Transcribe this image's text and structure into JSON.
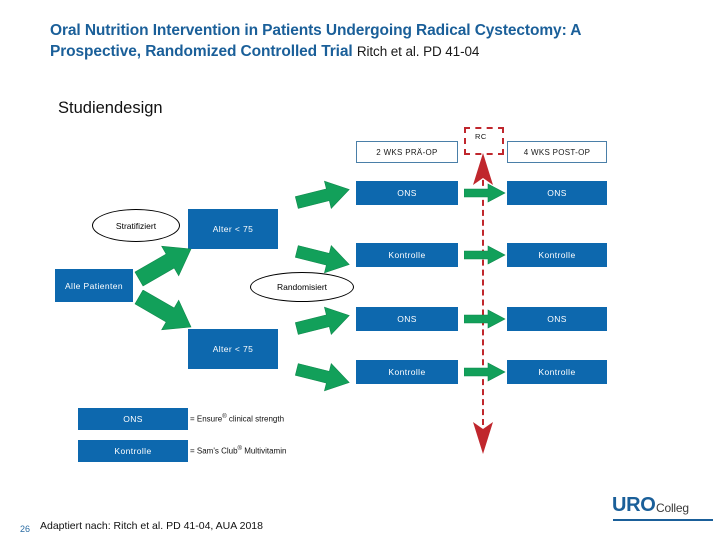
{
  "slide": {
    "title_bold": "Oral Nutrition Intervention in Patients Undergoing Radical Cystectomy: A Prospective, Randomized Controlled Trial",
    "title_plain": "Ritch et al. PD 41-04",
    "subtitle": "Studiendesign",
    "page_number": "26",
    "footer": "Adaptiert nach: Ritch et al. PD 41-04, AUA 2018"
  },
  "colors": {
    "title_blue": "#1a5f99",
    "box_blue": "#0d68ae",
    "arrow_green": "#12a05a",
    "timeline_red": "#c0272d",
    "header_border": "#4a7fa8"
  },
  "diagram": {
    "timeline": {
      "event_label": "RC",
      "pre_op_header": "2 WKS PRÄ-OP",
      "post_op_header": "4 WKS POST-OP"
    },
    "source_node": "Alle Patienten",
    "stratify_ellipse": "Stratifiziert",
    "randomize_ellipse": "Randomisiert",
    "strata": [
      {
        "label": "Alter < 75"
      },
      {
        "label": "Alter < 75"
      }
    ],
    "arms": [
      {
        "pre": "ONS",
        "post": "ONS"
      },
      {
        "pre": "Kontrolle",
        "post": "Kontrolle"
      },
      {
        "pre": "ONS",
        "post": "ONS"
      },
      {
        "pre": "Kontrolle",
        "post": "Kontrolle"
      }
    ]
  },
  "legend": [
    {
      "box": "ONS",
      "equals": "= Ensure",
      "mark": "®",
      "product": " clinical strength"
    },
    {
      "box": "Kontrolle",
      "equals": "= Sam's Club",
      "mark": "®",
      "product": " Multivitamin"
    }
  ],
  "logo": {
    "primary": "URO",
    "secondary": "Colleg"
  }
}
